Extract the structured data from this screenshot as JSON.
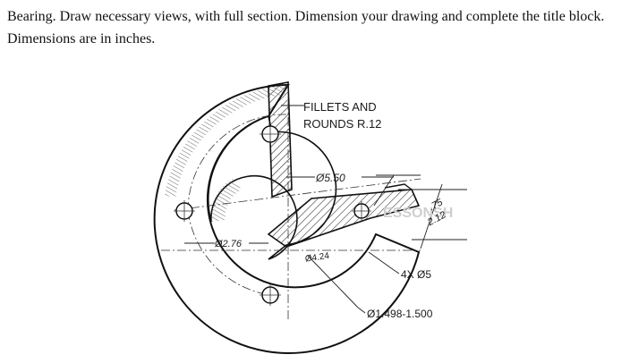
{
  "prompt": {
    "text": "Bearing. Draw necessary views, with full section. Dimension your drawing and complete the title block. Dimensions are in inches."
  },
  "drawing": {
    "note_line1": "FILLETS AND",
    "note_line2": "ROUNDS R.12",
    "dim_outer_diameter": "Ø5.50",
    "dim_thickness_top": ".75",
    "dim_thickness_overall": "2.12",
    "dim_diameter_276": "Ø2.76",
    "dim_bolt_circle": "Ø4.24",
    "dim_holes": "4X Ø5",
    "dim_bore": "Ø1.498-1.500",
    "watermark": "ESSONSH"
  }
}
